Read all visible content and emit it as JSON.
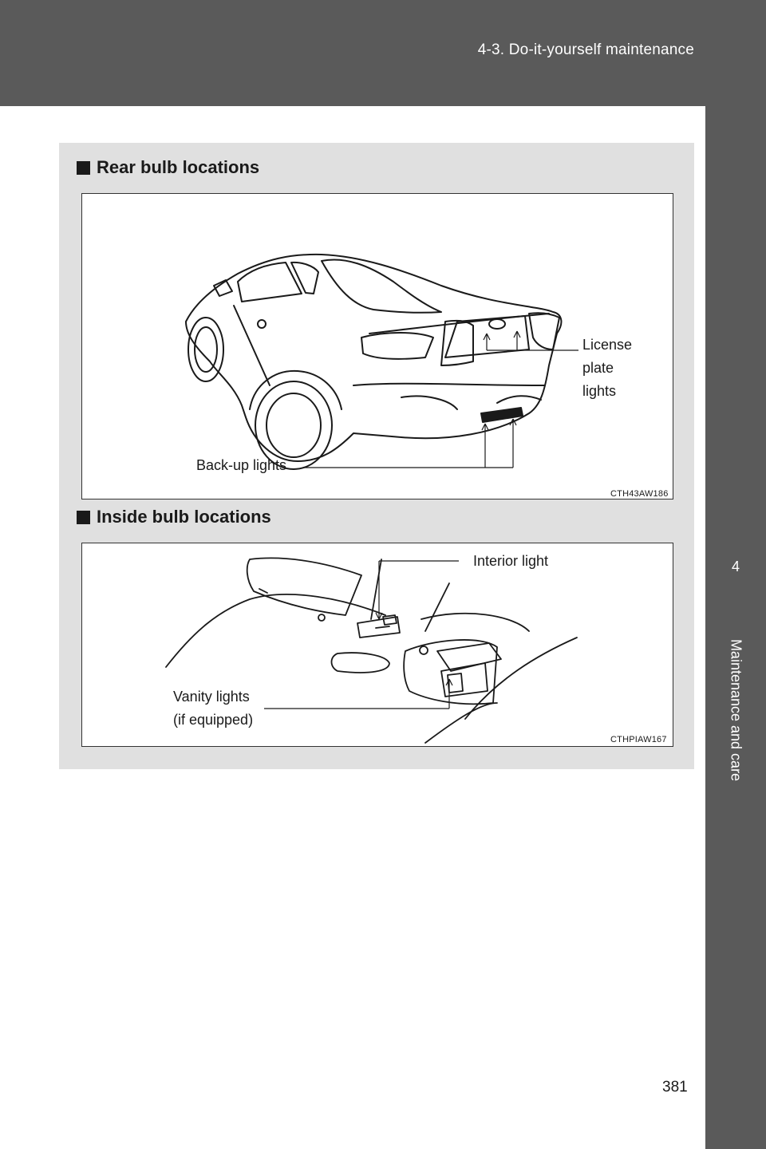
{
  "header": {
    "section_title": "4-3. Do-it-yourself maintenance"
  },
  "side_tab": {
    "chapter_number": "4",
    "chapter_name": "Maintenance and care"
  },
  "rear_section": {
    "heading": "Rear bulb locations",
    "labels": {
      "license_plate_lights": [
        "License",
        "plate",
        "lights"
      ],
      "back_up_lights": "Back-up lights"
    },
    "figure_code": "CTH43AW186"
  },
  "inside_section": {
    "heading": "Inside bulb locations",
    "labels": {
      "interior_light": "Interior light",
      "vanity_lights": [
        "Vanity lights",
        "(if equipped)"
      ]
    },
    "figure_code": "CTHPIAW167"
  },
  "page_number": "381",
  "colors": {
    "header_bg": "#5a5a5a",
    "panel_bg": "#e0e0e0",
    "line_art": "#1a1a1a"
  }
}
